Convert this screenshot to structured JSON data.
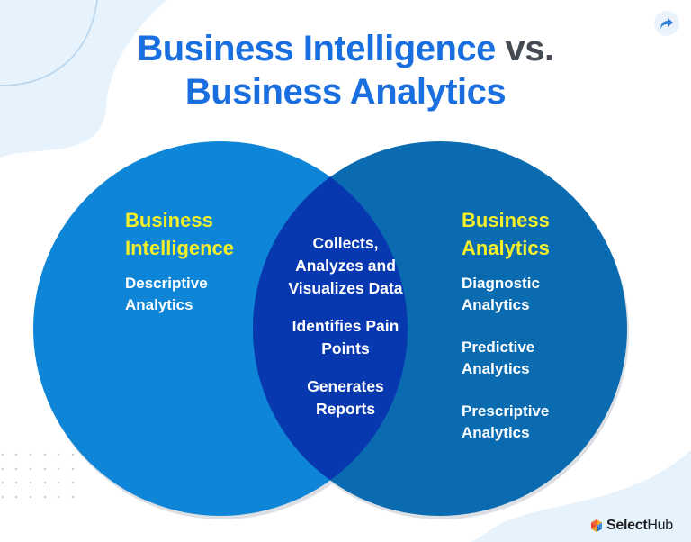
{
  "title": {
    "part1": "Business Intelligence",
    "vs": "vs.",
    "line2": "Business Analytics"
  },
  "share_button": {
    "icon": "share-arrow-icon"
  },
  "venn": {
    "left": {
      "heading_line1": "Business",
      "heading_line2": "Intelligence",
      "items": [
        {
          "line1": "Descriptive",
          "line2": "Analytics"
        }
      ]
    },
    "overlap": {
      "items": [
        {
          "line1": "Collects,",
          "line2": "Analyzes and",
          "line3": "Visualizes Data"
        },
        {
          "line1": "Identifies Pain",
          "line2": "Points"
        },
        {
          "line1": "Generates",
          "line2": "Reports"
        }
      ]
    },
    "right": {
      "heading_line1": "Business",
      "heading_line2": "Analytics",
      "items": [
        {
          "line1": "Diagnostic",
          "line2": "Analytics"
        },
        {
          "line1": "Predictive",
          "line2": "Analytics"
        },
        {
          "line1": "Prescriptive",
          "line2": "Analytics"
        }
      ]
    }
  },
  "logo": {
    "brand_bold": "Select",
    "brand_light": "Hub"
  },
  "colors": {
    "title_blue": "#1a6fe0",
    "title_vs": "#454b52",
    "left_circle": "#0e85d6",
    "right_circle": "#0a6bb1",
    "overlap": "#0838b0",
    "heading_yellow": "#f4ef2a",
    "bg_light": "#e6f2fc"
  }
}
